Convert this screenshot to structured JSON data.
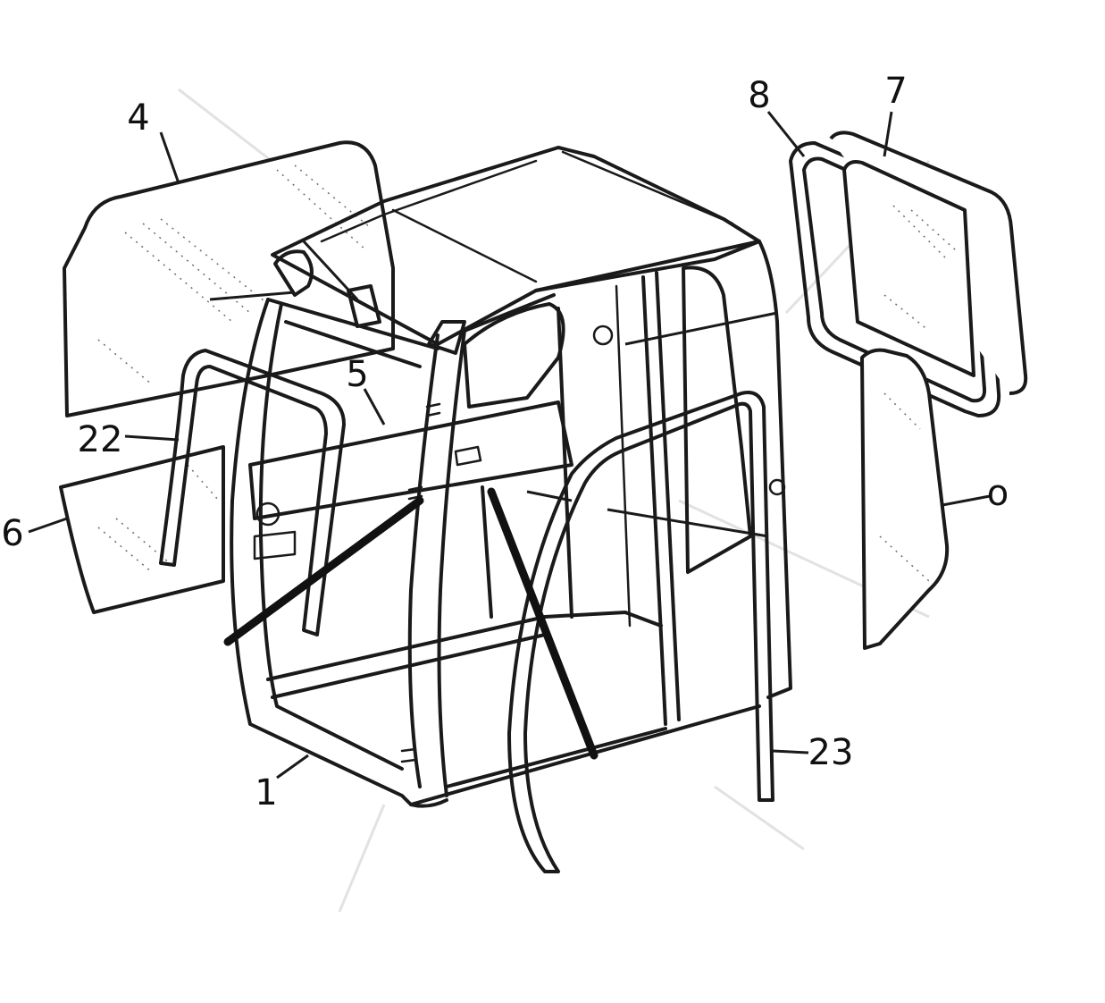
{
  "diagram": {
    "callouts": [
      {
        "id": "4",
        "label": "4"
      },
      {
        "id": "8",
        "label": "8"
      },
      {
        "id": "7",
        "label": "7"
      },
      {
        "id": "5",
        "label": "5"
      },
      {
        "id": "22",
        "label": "22"
      },
      {
        "id": "6",
        "label": "6"
      },
      {
        "id": "9",
        "label": "o"
      },
      {
        "id": "1",
        "label": "1"
      },
      {
        "id": "23",
        "label": "23"
      }
    ]
  }
}
